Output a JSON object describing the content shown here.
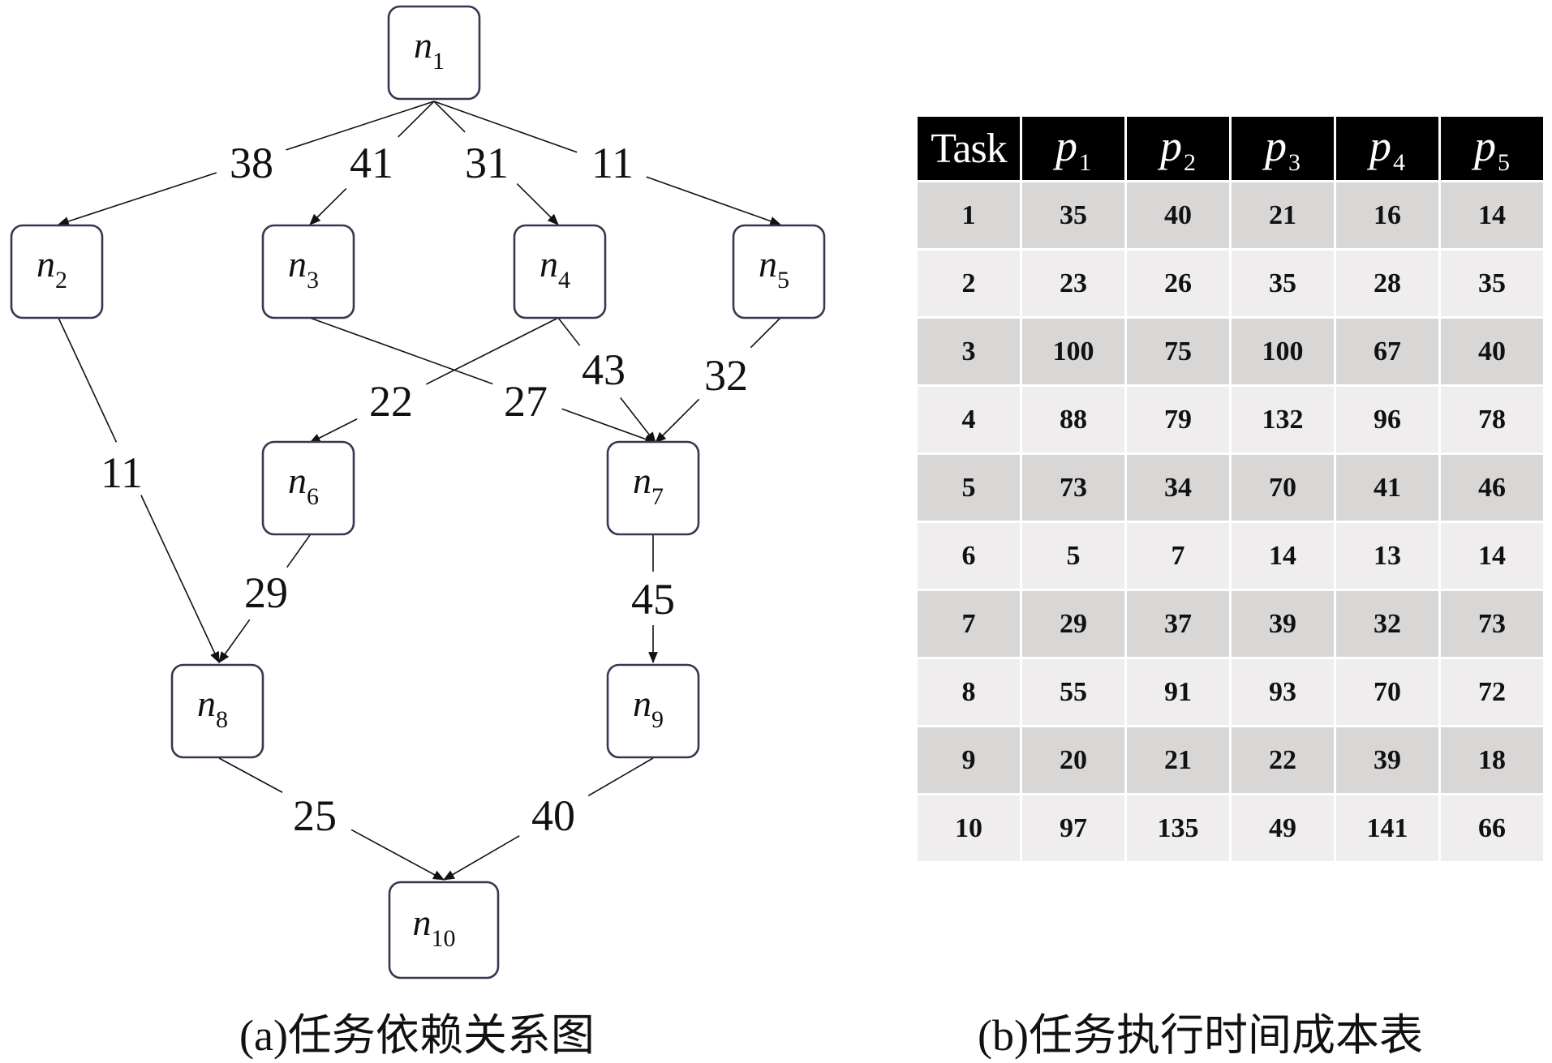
{
  "diagram": {
    "caption": "(a)任务依赖关系图",
    "nodes": [
      {
        "id": "n1",
        "letter": "n",
        "sub": "1"
      },
      {
        "id": "n2",
        "letter": "n",
        "sub": "2"
      },
      {
        "id": "n3",
        "letter": "n",
        "sub": "3"
      },
      {
        "id": "n4",
        "letter": "n",
        "sub": "4"
      },
      {
        "id": "n5",
        "letter": "n",
        "sub": "5"
      },
      {
        "id": "n6",
        "letter": "n",
        "sub": "6"
      },
      {
        "id": "n7",
        "letter": "n",
        "sub": "7"
      },
      {
        "id": "n8",
        "letter": "n",
        "sub": "8"
      },
      {
        "id": "n9",
        "letter": "n",
        "sub": "9"
      },
      {
        "id": "n10",
        "letter": "n",
        "sub": "10"
      }
    ],
    "edges": [
      {
        "from": "n1",
        "to": "n2",
        "weight": "38"
      },
      {
        "from": "n1",
        "to": "n3",
        "weight": "41"
      },
      {
        "from": "n1",
        "to": "n4",
        "weight": "31"
      },
      {
        "from": "n1",
        "to": "n5",
        "weight": "11"
      },
      {
        "from": "n2",
        "to": "n8",
        "weight": "11"
      },
      {
        "from": "n3",
        "to": "n7",
        "weight": "27"
      },
      {
        "from": "n4",
        "to": "n6",
        "weight": "22"
      },
      {
        "from": "n4",
        "to": "n7",
        "weight": "43"
      },
      {
        "from": "n5",
        "to": "n7",
        "weight": "32"
      },
      {
        "from": "n6",
        "to": "n8",
        "weight": "29"
      },
      {
        "from": "n7",
        "to": "n9",
        "weight": "45"
      },
      {
        "from": "n8",
        "to": "n10",
        "weight": "25"
      },
      {
        "from": "n9",
        "to": "n10",
        "weight": "40"
      }
    ]
  },
  "cost_table": {
    "caption": "(b)任务执行时间成本表",
    "task_header": "Task",
    "processors": [
      {
        "letter": "p",
        "sub": "1"
      },
      {
        "letter": "p",
        "sub": "2"
      },
      {
        "letter": "p",
        "sub": "3"
      },
      {
        "letter": "p",
        "sub": "4"
      },
      {
        "letter": "p",
        "sub": "5"
      }
    ],
    "rows": [
      {
        "task": "1",
        "costs": [
          "35",
          "40",
          "21",
          "16",
          "14"
        ]
      },
      {
        "task": "2",
        "costs": [
          "23",
          "26",
          "35",
          "28",
          "35"
        ]
      },
      {
        "task": "3",
        "costs": [
          "100",
          "75",
          "100",
          "67",
          "40"
        ]
      },
      {
        "task": "4",
        "costs": [
          "88",
          "79",
          "132",
          "96",
          "78"
        ]
      },
      {
        "task": "5",
        "costs": [
          "73",
          "34",
          "70",
          "41",
          "46"
        ]
      },
      {
        "task": "6",
        "costs": [
          "5",
          "7",
          "14",
          "13",
          "14"
        ]
      },
      {
        "task": "7",
        "costs": [
          "29",
          "37",
          "39",
          "32",
          "73"
        ]
      },
      {
        "task": "8",
        "costs": [
          "55",
          "91",
          "93",
          "70",
          "72"
        ]
      },
      {
        "task": "9",
        "costs": [
          "20",
          "21",
          "22",
          "39",
          "18"
        ]
      },
      {
        "task": "10",
        "costs": [
          "97",
          "135",
          "49",
          "141",
          "66"
        ]
      }
    ]
  }
}
